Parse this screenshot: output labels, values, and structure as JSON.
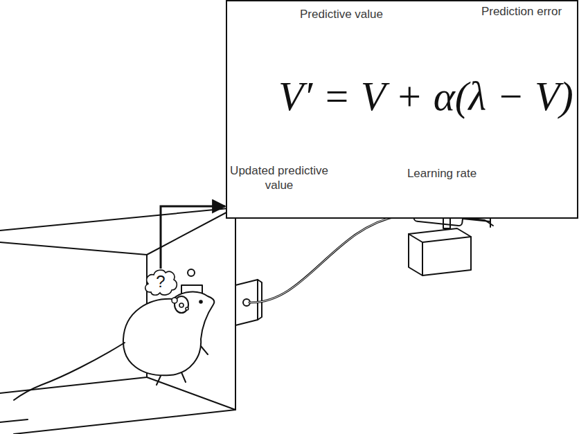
{
  "diagram": {
    "nodes": [
      {
        "text": [
          "Predictive value",
          "Prediction error",
          "V′ = V + α(λ − V)",
          "Updated predictive value",
          "Learning rate"
        ]
      },
      {
        "text": [
          "?"
        ]
      }
    ],
    "edges": [
      {
        "from": 1,
        "to": 0,
        "arrow": "to"
      }
    ]
  }
}
